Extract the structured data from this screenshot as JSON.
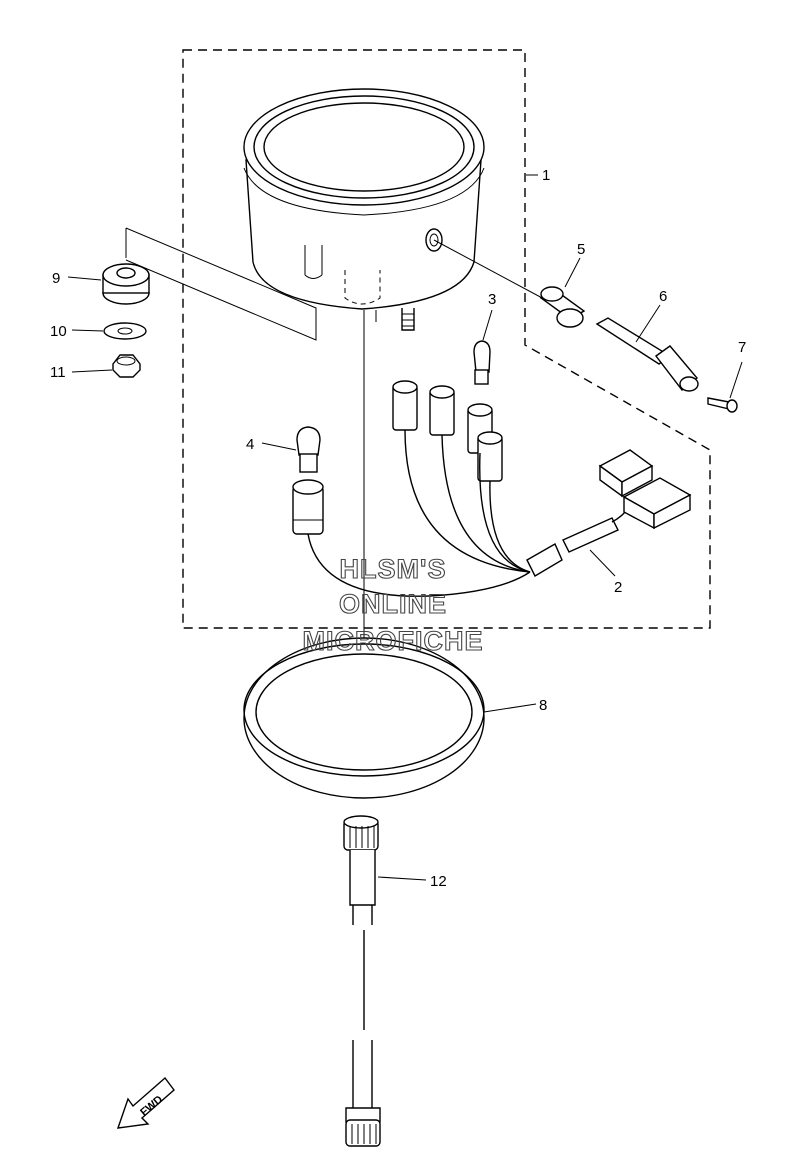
{
  "callouts": {
    "c1": "1",
    "c2": "2",
    "c3": "3",
    "c4": "4",
    "c5": "5",
    "c6": "6",
    "c7": "7",
    "c8": "8",
    "c9": "9",
    "c10": "10",
    "c11": "11",
    "c12": "12"
  },
  "watermark": {
    "line1": "HLSM'S",
    "line2": "ONLINE",
    "line3": "MICROFICHE"
  },
  "fwd_label": "FWD"
}
